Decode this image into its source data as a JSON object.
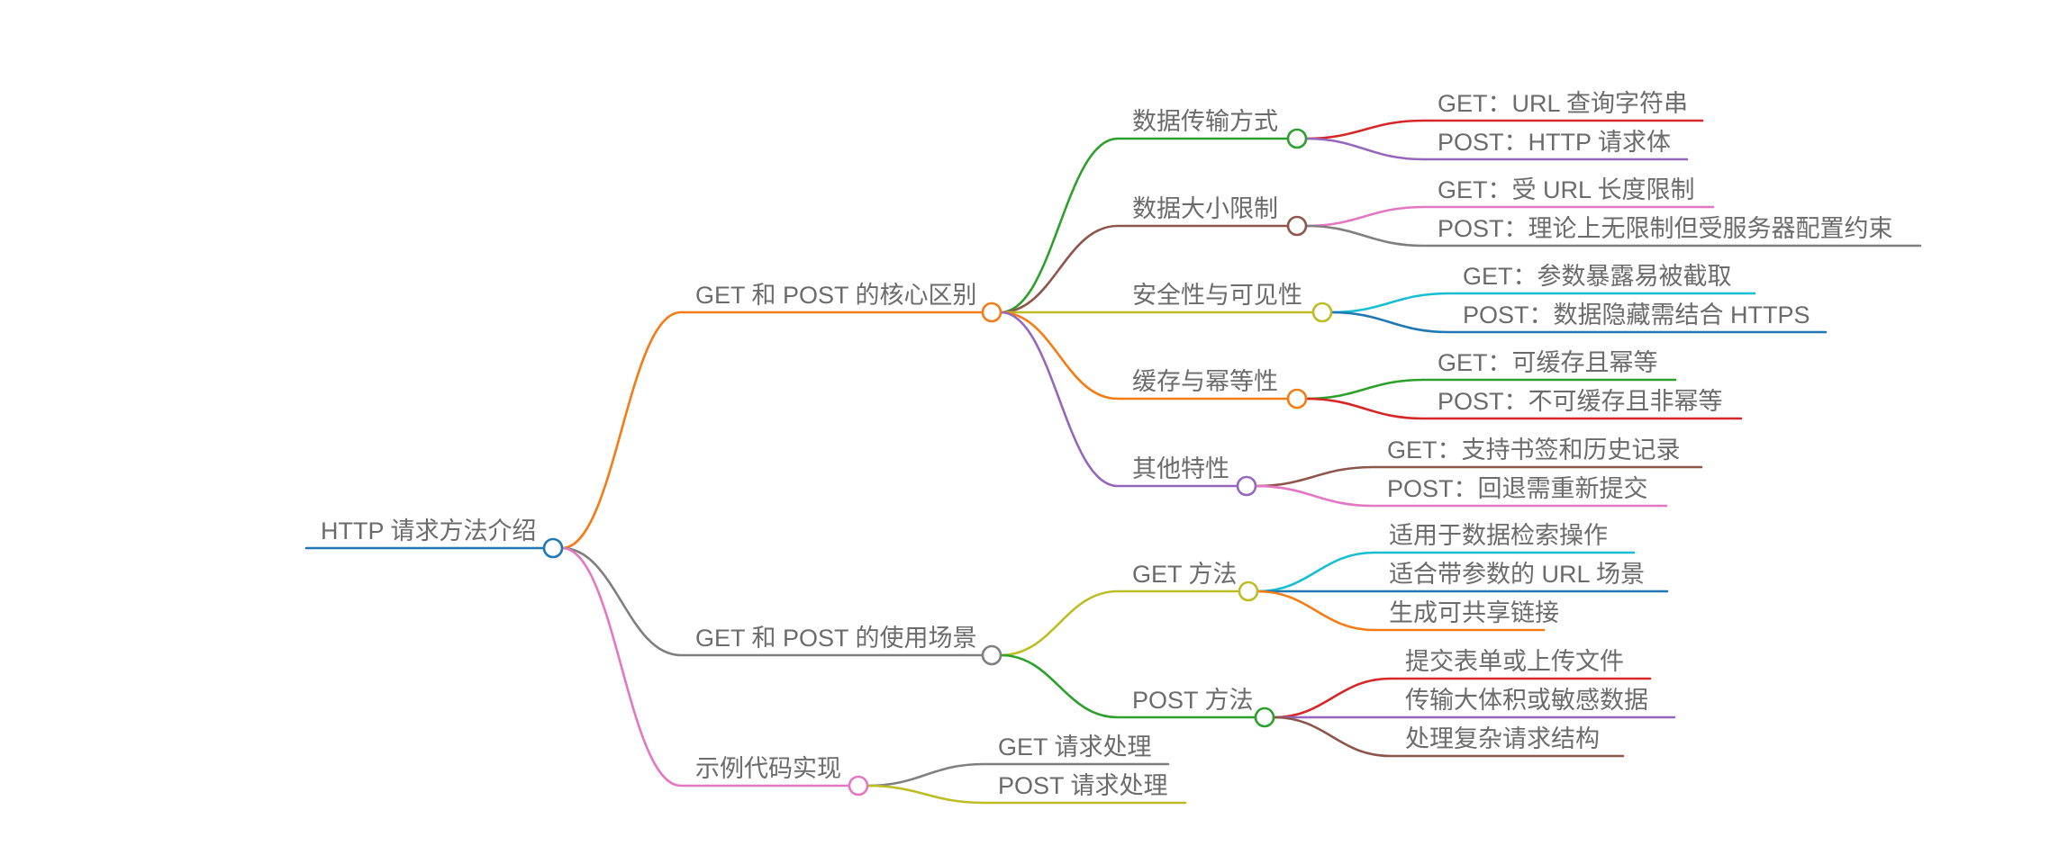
{
  "mindmap": {
    "root": "HTTP 请求方法介绍",
    "branches": [
      {
        "label": "GET 和 POST 的核心区别",
        "color": "#F47C16",
        "children": [
          {
            "label": "数据传输方式",
            "color": "#2CA02C",
            "children": [
              {
                "label": "GET：URL 查询字符串",
                "color": "#D62728"
              },
              {
                "label": "POST：HTTP 请求体",
                "color": "#9467BD"
              }
            ]
          },
          {
            "label": "数据大小限制",
            "color": "#8C564B",
            "children": [
              {
                "label": "GET：受 URL 长度限制",
                "color": "#E377C2"
              },
              {
                "label": "POST：理论上无限制但受服务器配置约束",
                "color": "#7F7F7F"
              }
            ]
          },
          {
            "label": "安全性与可见性",
            "color": "#BCBD22",
            "children": [
              {
                "label": "GET：参数暴露易被截取",
                "color": "#17BECF"
              },
              {
                "label": "POST：数据隐藏需结合 HTTPS",
                "color": "#1F77B4"
              }
            ]
          },
          {
            "label": "缓存与幂等性",
            "color": "#F47C16",
            "children": [
              {
                "label": "GET：可缓存且幂等",
                "color": "#2CA02C"
              },
              {
                "label": "POST：不可缓存且非幂等",
                "color": "#D62728"
              }
            ]
          },
          {
            "label": "其他特性",
            "color": "#9467BD",
            "children": [
              {
                "label": "GET：支持书签和历史记录",
                "color": "#8C564B"
              },
              {
                "label": "POST：回退需重新提交",
                "color": "#E377C2"
              }
            ]
          }
        ]
      },
      {
        "label": "GET 和 POST 的使用场景",
        "color": "#7F7F7F",
        "children": [
          {
            "label": "GET 方法",
            "color": "#BCBD22",
            "children": [
              {
                "label": "适用于数据检索操作",
                "color": "#17BECF"
              },
              {
                "label": "适合带参数的 URL 场景",
                "color": "#1F77B4"
              },
              {
                "label": "生成可共享链接",
                "color": "#F47C16"
              }
            ]
          },
          {
            "label": "POST 方法",
            "color": "#2CA02C",
            "children": [
              {
                "label": "提交表单或上传文件",
                "color": "#D62728"
              },
              {
                "label": "传输大体积或敏感数据",
                "color": "#9467BD"
              },
              {
                "label": "处理复杂请求结构",
                "color": "#8C564B"
              }
            ]
          }
        ]
      },
      {
        "label": "示例代码实现",
        "color": "#E377C2",
        "children": [
          {
            "label": "GET 请求处理",
            "color": "#7F7F7F"
          },
          {
            "label": "POST 请求处理",
            "color": "#BCBD22"
          }
        ]
      }
    ]
  }
}
